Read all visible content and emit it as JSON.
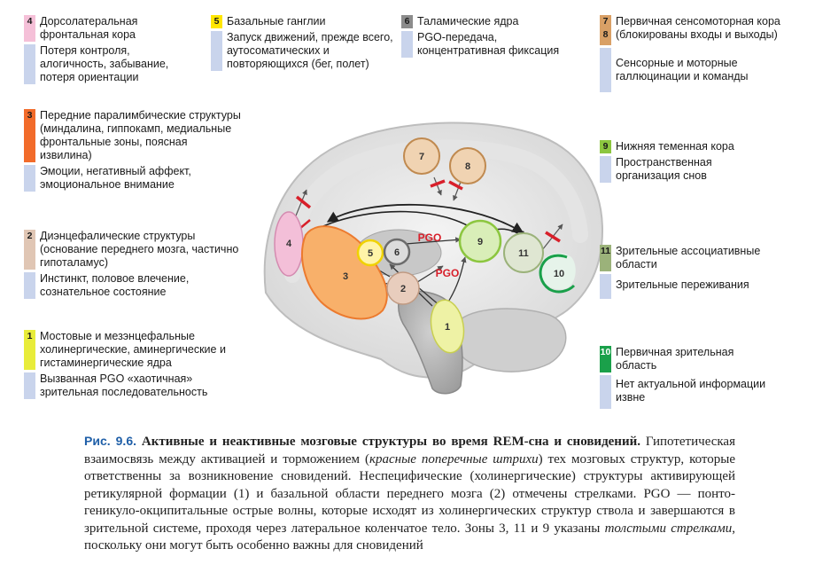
{
  "colors": {
    "key_4": "#f5c0d8",
    "key_5": "#ffe600",
    "key_6": "#8c8c8c",
    "key_7_8": "#d9a066",
    "key_3": "#f26b2a",
    "key_2": "#e0c6b4",
    "key_1": "#e8ec3a",
    "key_9": "#8cc63f",
    "key_11": "#9bb27a",
    "key_10": "#1aa04a",
    "desc_bar": "#c9d4ec",
    "caption_lead": "#1f5fa8",
    "pgo": "#d81f2a"
  },
  "legend": {
    "b4": {
      "num": "4",
      "head": "Дорсолатеральная фронтальная кора",
      "desc": "Потеря контроля, алогичность, забывание, потеря ориентации"
    },
    "b5": {
      "num": "5",
      "head": "Базальные ганглии",
      "desc": "Запуск движений, прежде всего, аутосоматических и повторяющихся (бег, полет)"
    },
    "b6": {
      "num": "6",
      "head": "Таламические ядра",
      "desc": "PGO-передача, концентративная фиксация"
    },
    "b78": {
      "num1": "7",
      "num2": "8",
      "head": "Первичная сенсомоторная кора (блокированы входы и выходы)",
      "desc": "Сенсорные и моторные галлюцинации и команды"
    },
    "b3": {
      "num": "3",
      "head": "Передние паралимбические структуры (миндалина, гиппокамп, медиальные фронтальные зоны, поясная извилина)",
      "desc": "Эмоции, негативный аффект, эмоциональное внимание"
    },
    "b9": {
      "num": "9",
      "head": "Нижняя теменная кора",
      "desc": "Пространственная организация снов"
    },
    "b2": {
      "num": "2",
      "head": "Диэнцефалические структуры (основание переднего мозга, частично гипоталамус)",
      "desc": "Инстинкт, половое влечение, сознательное состояние"
    },
    "b11": {
      "num": "11",
      "head": "Зрительные ассоциативные области",
      "desc": "Зрительные переживания"
    },
    "b1": {
      "num": "1",
      "head": "Мостовые и мезэнцефальные холинергические, аминергические и гистаминергические ядра",
      "desc": "Вызванная PGO «хаотичная» зрительная последовательность"
    },
    "b10": {
      "num": "10",
      "head": "Первичная зрительная область",
      "desc": "Нет актуальной информации извне"
    }
  },
  "diagram": {
    "labels": {
      "n1": "1",
      "n2": "2",
      "n3": "3",
      "n4": "4",
      "n5": "5",
      "n6": "6",
      "n7": "7",
      "n8": "8",
      "n9": "9",
      "n10": "10",
      "n11": "11"
    },
    "pgo_top": "PGO",
    "pgo_bottom": "PGO"
  },
  "caption": {
    "lead": "Рис. 9.6.",
    "title": "Активные и неактивные мозговые структуры во время REM-сна и сновидений.",
    "text1": "Гипотетическая взаимосвязь между активацией и торможением (",
    "italic1": "красные поперечные штрихи",
    "text2": ") тех мозговых структур, которые ответственны за возникновение сновидений. Неспецифические (холинергические) структуры активирующей ретикулярной формации (1) и базальной области переднего мозга (2) отмечены стрелками. PGO — понто-геникуло-окципитальные острые волны, которые исходят из холинергических структур ствола и завершаются в зрительной системе, проходя через латеральное коленчатое тело. Зоны 3, 11 и 9 указаны ",
    "italic2": "толстыми стрелками",
    "text3": ", поскольку они могут быть особенно важны для сновидений"
  }
}
